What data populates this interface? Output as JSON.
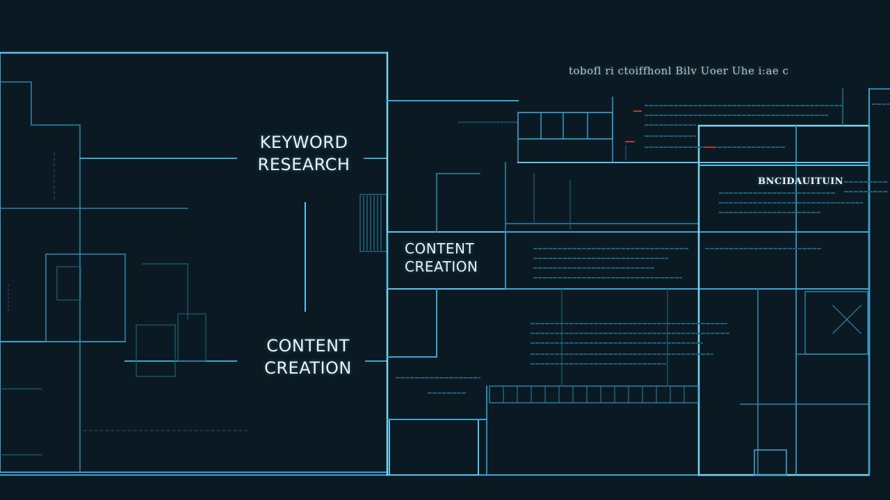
{
  "palette": {
    "background": "#0b1a22",
    "line": "#3aa6d6",
    "line_bright": "#7fd6f5",
    "dim": "#1f5f7d",
    "text": "#e6f6fb",
    "accent_red": "#c0392b"
  },
  "labels": {
    "keyword_research": [
      "KEYWORD",
      "RESEARCH"
    ],
    "content_creation_left": [
      "CONTENT",
      "CREATION"
    ],
    "content_creation_mid": [
      "CONTENT",
      "CREATION"
    ],
    "panel_label": "BNCIDAUITUIN",
    "header": "tobofl ri ctoiffhonl  Bilv  Uoer Uhe  i:ae  c"
  }
}
